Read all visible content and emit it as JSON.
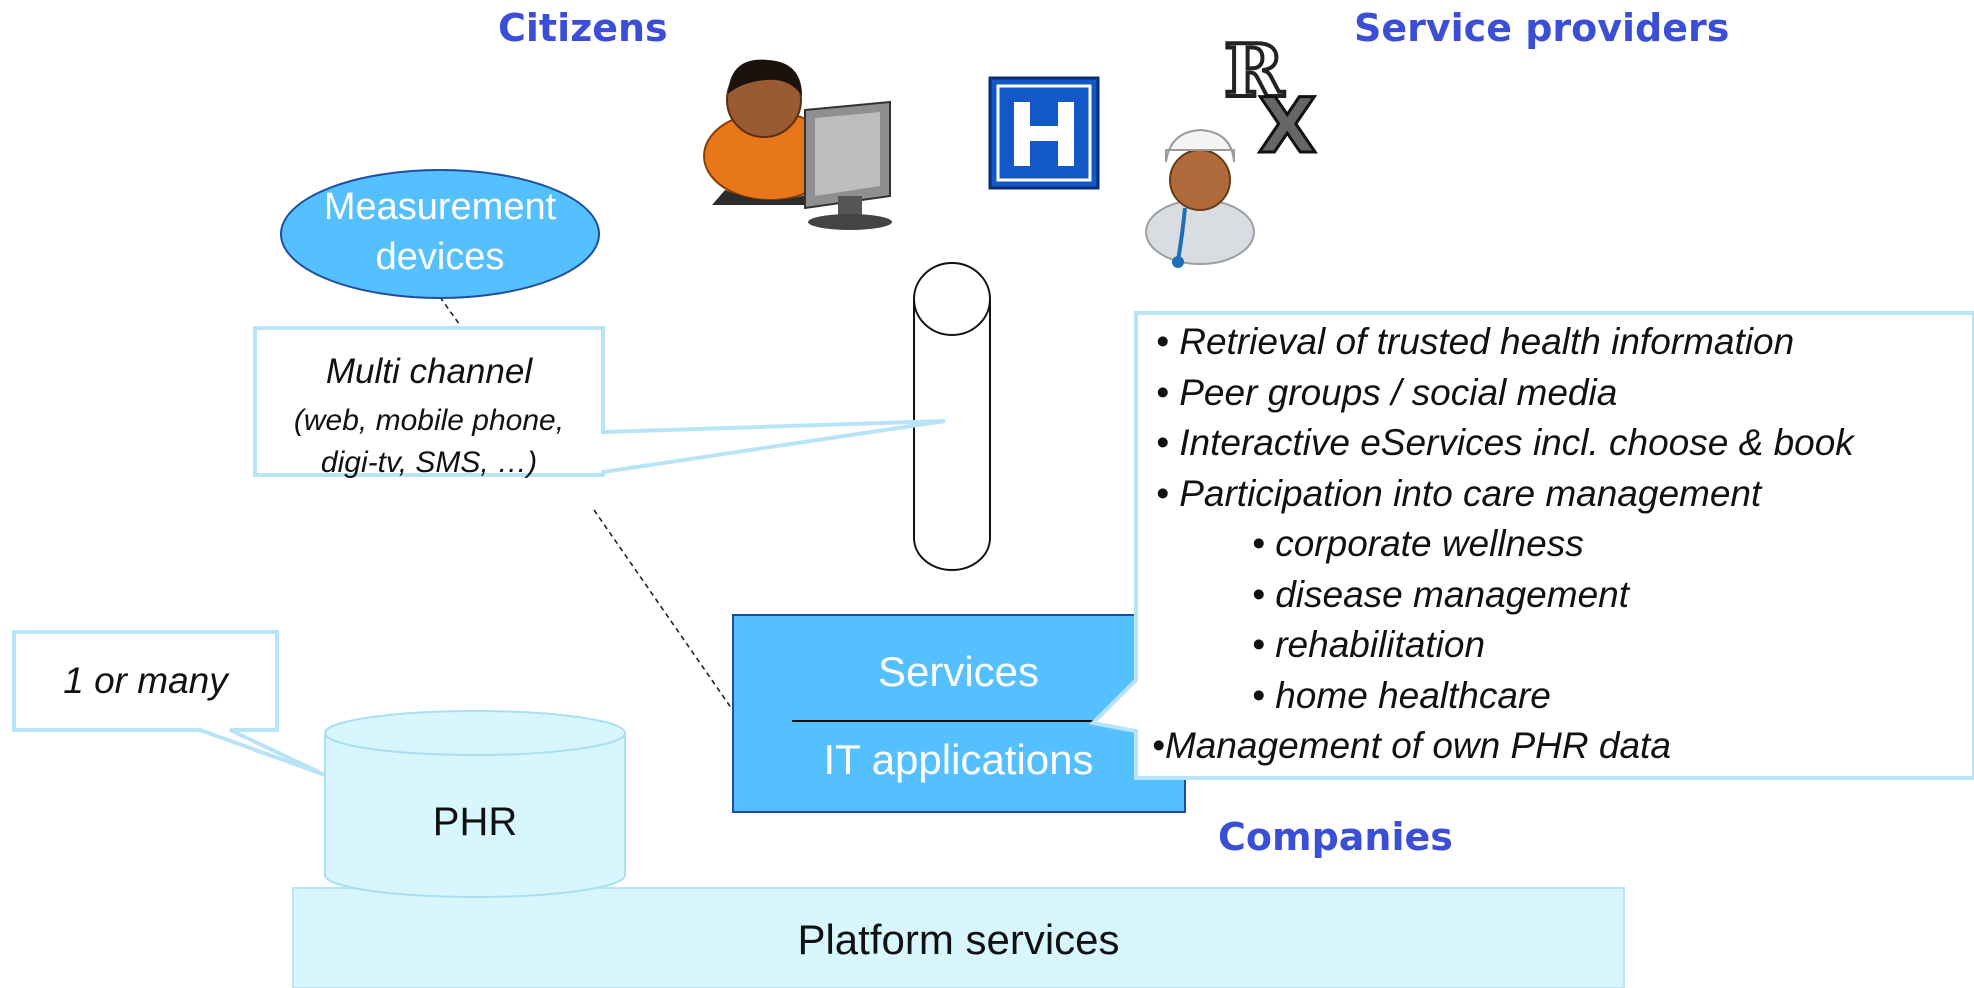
{
  "headings": {
    "citizens": "Citizens",
    "service_providers": "Service providers",
    "companies": "Companies"
  },
  "measurement": {
    "label": "Measurement devices",
    "line1": "Measurement",
    "line2": "devices"
  },
  "multichannel": {
    "title": "Multi channel",
    "detail1": "(web, mobile phone,",
    "detail2": "digi-tv, SMS, …)"
  },
  "one_or_many": "1 or many",
  "phr": "PHR",
  "services_box": {
    "top": "Services",
    "bottom": "IT applications"
  },
  "platform": "Platform services",
  "hospital_letter": "H",
  "rx": {
    "r": "R",
    "x": "X"
  },
  "service_list": [
    "• Retrieval of trusted health information",
    "• Peer groups / social media",
    "• Interactive eServices incl. choose & book",
    "•  Participation into care management",
    "• corporate wellness",
    "• disease management",
    "• rehabilitation",
    "• home healthcare",
    "•Management of own PHR data"
  ],
  "colors": {
    "heading_blue": "#3b4fd6",
    "services_fill": "#55c0ff",
    "light_fill": "#d8f6fd",
    "callout_stroke": "#b8e4f7",
    "hospital_blue": "#1358c7"
  }
}
